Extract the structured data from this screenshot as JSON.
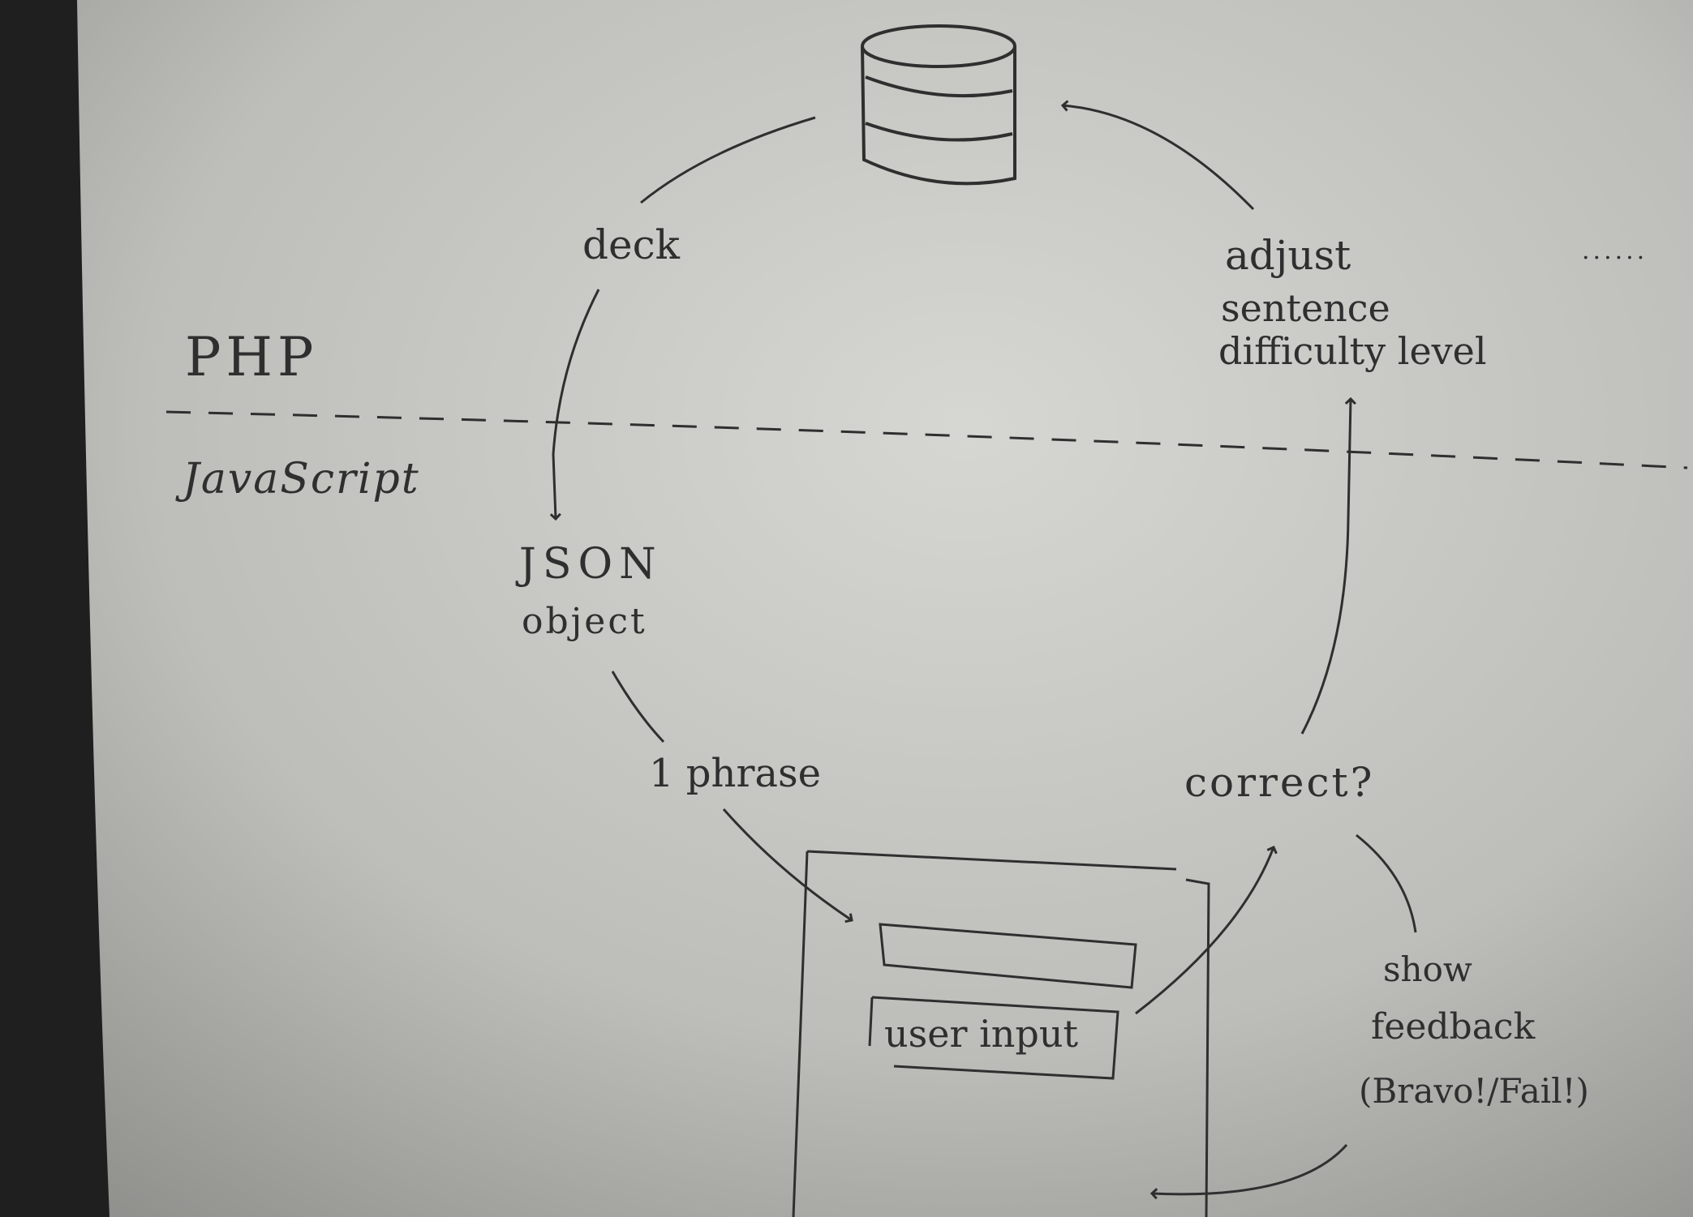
{
  "diagram": {
    "layers": {
      "upper": "PHP",
      "lower": "JavaScript"
    },
    "nodes": {
      "deck": "deck",
      "json_line1": "JSON",
      "json_line2": "object",
      "phrase": "1 phrase",
      "correct": "correct?",
      "adjust_line1": "adjust",
      "adjust_line2": "sentence",
      "adjust_line3": "difficulty level",
      "feedback_line1": "show",
      "feedback_line2": "feedback",
      "feedback_line3": "(Bravo!/Fail!)",
      "user_input": "user input",
      "ellipsis": "......"
    },
    "icons": {
      "database": "database-icon",
      "ui_window": "window-mockup"
    },
    "colors": {
      "paper_light": "#d6d6d2",
      "paper_dark": "#8e8e8b",
      "ink": "#2f2f2f",
      "binding": "#1f1f1f"
    }
  }
}
